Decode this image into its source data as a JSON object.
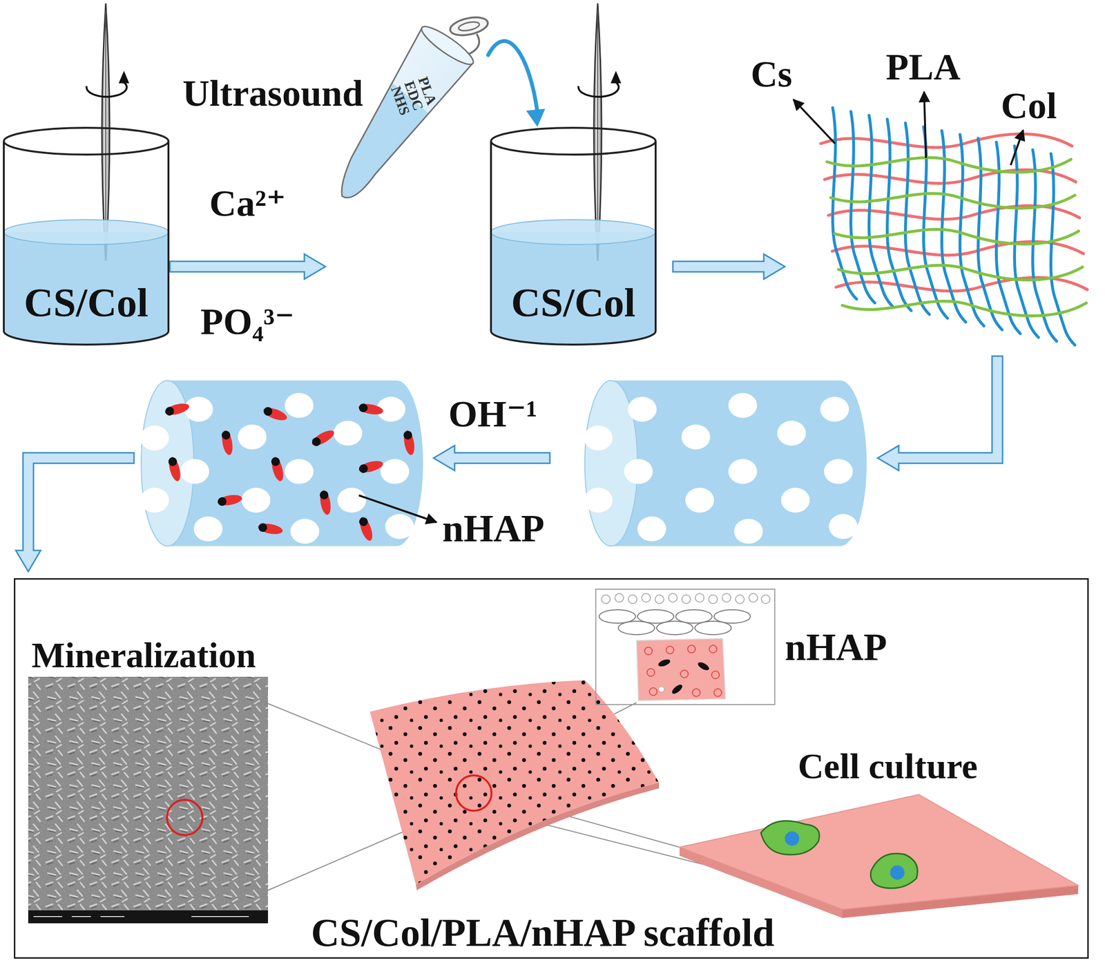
{
  "diagram": {
    "nodes": [
      {
        "text": [
          "CS/Col"
        ]
      },
      {
        "text": [
          "PLA EDC NHS"
        ]
      },
      {
        "text": [
          "CS/Col"
        ]
      },
      {
        "text": [
          "Mineralization",
          "CS/Col/PLA/nHAP scaffold"
        ]
      },
      {
        "text": [
          "nHAP"
        ],
        "in": 3
      },
      {
        "text": [
          "Cell culture"
        ],
        "in": 3
      }
    ],
    "edges": [
      {
        "from": 0,
        "to": 1,
        "arrow": "to",
        "label": "Ca²⁺"
      },
      {
        "from": 1,
        "to": 2,
        "arrow": "to"
      }
    ],
    "labels": [
      "Ultrasound",
      "PO₄³⁻",
      "Cs",
      "PLA",
      "Col",
      "OH⁻¹",
      "nHAP"
    ]
  }
}
